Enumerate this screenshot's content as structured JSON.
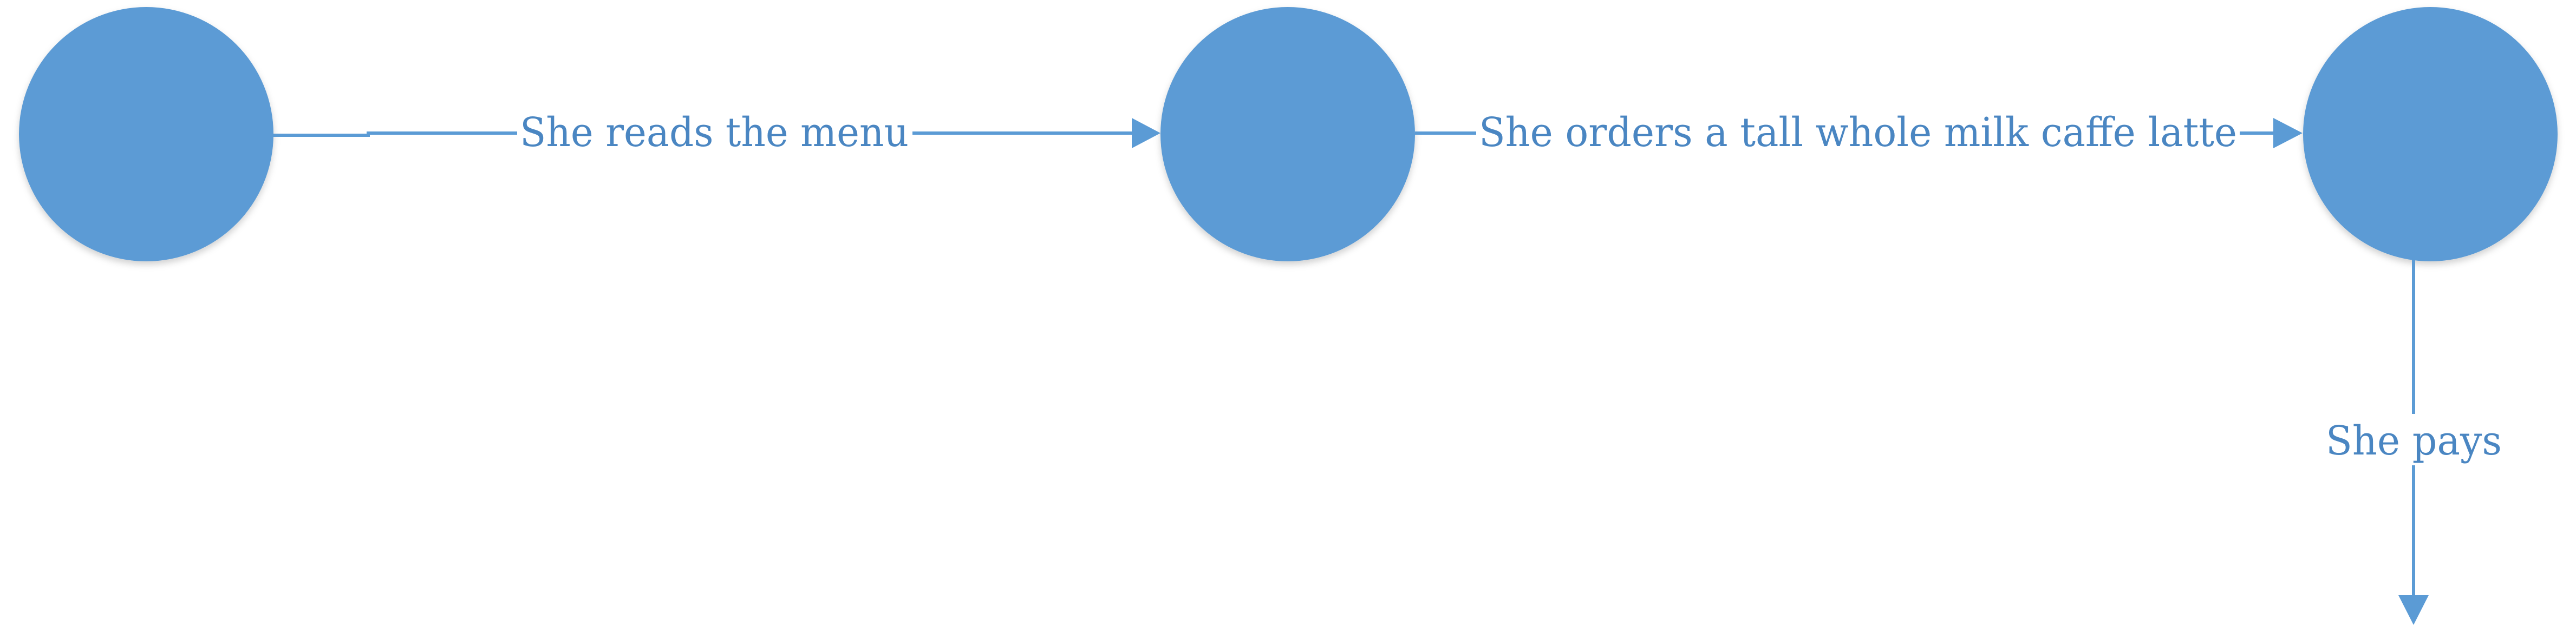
{
  "colors": {
    "node_fill": "#5b9bd5",
    "connector": "#5b9bd5",
    "label_text": "#4a86c2",
    "background": "#ffffff"
  },
  "edges": [
    {
      "label": "She reads the menu"
    },
    {
      "label": "She orders a tall whole milk caffe latte"
    },
    {
      "label": "She pays"
    }
  ]
}
